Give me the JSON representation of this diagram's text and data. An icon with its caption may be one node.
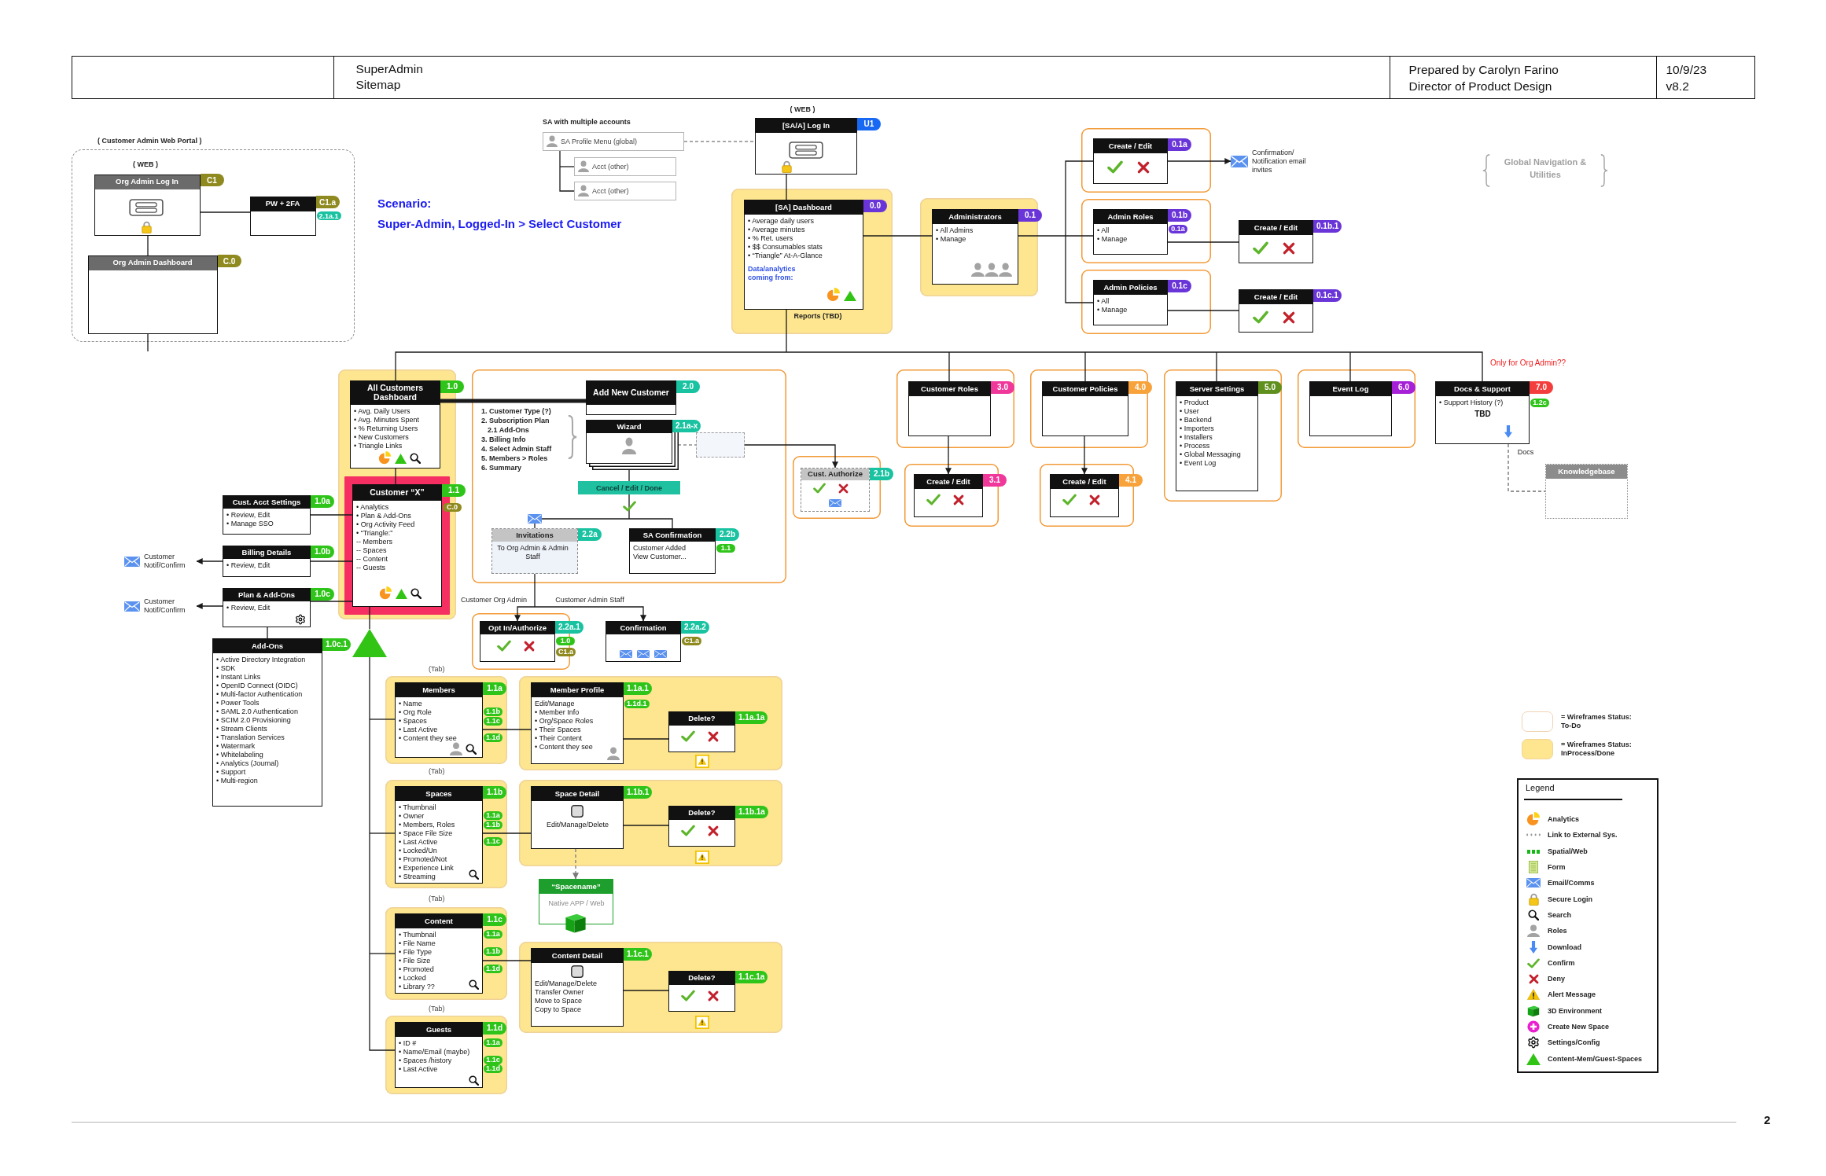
{
  "diagram": {
    "title": "SuperAdmin Sitemap",
    "nodes": [
      {
        "text": [
          "( Customer Admin Web Portal )"
        ]
      },
      {
        "text": [
          "Org Admin Log In",
          "C1"
        ],
        "beside": [
          "( WEB )"
        ],
        "in": 0
      },
      {
        "text": [
          "PW + 2FA",
          "C1.a"
        ],
        "beside": [
          "2.1a.1"
        ],
        "in": 0
      },
      {
        "text": [
          "Org Admin Dashboard",
          "C.0"
        ],
        "in": 0
      },
      {
        "text": [
          "SA Profile Menu (global)"
        ],
        "beside": [
          "SA with multiple accounts"
        ]
      },
      {
        "text": [
          "Acct (other)"
        ]
      },
      {
        "text": [
          "Acct (other)"
        ]
      },
      {
        "text": [
          "[SA/A] Log In",
          "U1"
        ],
        "beside": [
          "( WEB )"
        ]
      },
      {
        "text": [],
        "shape": "box"
      },
      {
        "text": [
          "[SA] Dashboard",
          "0.0",
          "• Average daily users",
          "• Average minutes",
          "• % Ret. users",
          "• $$ Consumables stats",
          "• “Triangle” At-A-Glance",
          "Data/analytics coming from:"
        ],
        "beside": [
          "Reports (TBD)"
        ],
        "in": 8
      },
      {
        "text": [],
        "shape": "box"
      },
      {
        "text": [
          "Administrators",
          "0.1",
          "• All Admins",
          "• Manage"
        ],
        "in": 10
      },
      {
        "text": [],
        "shape": "box"
      },
      {
        "text": [
          "Create / Edit",
          "0.1a"
        ],
        "in": 12
      },
      {
        "text": [
          "Confirmation/ Notification email invites"
        ]
      },
      {
        "text": [],
        "shape": "box"
      },
      {
        "text": [
          "Admin Roles",
          "0.1b",
          "• All",
          "• Manage"
        ],
        "beside": [
          "0.1a"
        ],
        "in": 15
      },
      {
        "text": [
          "Create / Edit",
          "0.1b.1"
        ]
      },
      {
        "text": [],
        "shape": "box"
      },
      {
        "text": [
          "Admin Policies",
          "0.1c",
          "• All",
          "• Manage"
        ],
        "in": 18
      },
      {
        "text": [
          "Create / Edit",
          "0.1c.1"
        ]
      },
      {
        "text": [],
        "shape": "box"
      },
      {
        "text": [
          "All Customers Dashboard",
          "1.0",
          "• Avg. Daily Users",
          "• Avg. Minutes Spent",
          "• % Returning Users",
          "• New Customers",
          "• Triangle Links"
        ],
        "in": 21
      },
      {
        "text": [],
        "shape": "box",
        "in": 21
      },
      {
        "text": [
          "Customer “X”",
          "1.1",
          "• Analytics",
          "• Plan & Add-Ons",
          "• Org Activity Feed",
          "• “Triangle:”",
          "-- Members",
          "-- Spaces",
          "-- Content",
          "-- Guests"
        ],
        "beside": [
          "C.0"
        ],
        "in": 23
      },
      {
        "text": [
          "Cust. Acct Settings",
          "1.0a",
          "• Review, Edit",
          "• Manage SSO"
        ]
      },
      {
        "text": [
          "Billing Details",
          "1.0b",
          "• Review, Edit"
        ]
      },
      {
        "text": [
          "Customer Notif/Confirm"
        ]
      },
      {
        "text": [
          "Plan & Add-Ons",
          "1.0c",
          "• Review, Edit"
        ]
      },
      {
        "text": [
          "Customer Notif/Confirm"
        ]
      },
      {
        "text": [
          "Add-Ons",
          "1.0c.1",
          "• Active Directory Integration",
          "• SDK",
          "• Instant Links",
          "• OpenID Connect (OIDC)",
          "• Multi-factor Authentication",
          "• Power Tools",
          "• SAML 2.0 Authentication",
          "• SCIM 2.0 Provisioning",
          "• Stream Clients",
          "• Translation Services",
          "• Watermark",
          "• Whitelabeling",
          "• Analytics (Journal)",
          "• Support",
          "• Multi-region"
        ]
      },
      {
        "text": [],
        "shape": "box"
      },
      {
        "text": [
          "Add New Customer",
          "2.0"
        ],
        "in": 31
      },
      {
        "text": [
          "Wizard",
          "2.1a-x"
        ],
        "in": 31
      },
      {
        "text": [],
        "shape": "box",
        "in": 31
      },
      {
        "text": [
          "Cancel / Edit / Done"
        ],
        "in": 31
      },
      {
        "text": [
          "Invitations",
          "2.2a",
          "To Org Admin & Admin Staff"
        ],
        "in": 31
      },
      {
        "text": [
          "SA Confirmation",
          "2.2b",
          "Customer Added",
          "View Customer..."
        ],
        "beside": [
          "1.1"
        ],
        "in": 31
      },
      {
        "text": [],
        "shape": "box"
      },
      {
        "text": [
          "Cust. Authorize",
          "2.1b"
        ],
        "in": 38
      },
      {
        "text": [],
        "shape": "box"
      },
      {
        "text": [
          "Opt In/Authorize",
          "2.2a.1"
        ],
        "beside": [
          "1.0",
          "C1.a"
        ],
        "in": 40
      },
      {
        "text": [
          "Confirmation",
          "2.2a.2"
        ],
        "beside": [
          "C1.a"
        ]
      },
      {
        "text": [],
        "shape": "box"
      },
      {
        "text": [
          "Customer Roles",
          "3.0"
        ],
        "in": 43
      },
      {
        "text": [],
        "shape": "box"
      },
      {
        "text": [
          "Create / Edit",
          "3.1"
        ],
        "in": 45
      },
      {
        "text": [],
        "shape": "box"
      },
      {
        "text": [
          "Customer Policies",
          "4.0"
        ],
        "in": 47
      },
      {
        "text": [],
        "shape": "box"
      },
      {
        "text": [
          "Create / Edit",
          "4.1"
        ],
        "in": 49
      },
      {
        "text": [],
        "shape": "box"
      },
      {
        "text": [
          "Server Settings",
          "5.0",
          "• Product",
          "• User",
          "• Backend",
          "• Importers",
          "• Installers",
          "• Process",
          "• Global Messaging",
          "• Event Log"
        ],
        "in": 51
      },
      {
        "text": [],
        "shape": "box"
      },
      {
        "text": [
          "Event Log",
          "6.0"
        ],
        "in": 53
      },
      {
        "text": [
          "Docs & Support",
          "7.0",
          "• Support History (?)",
          "TBD"
        ],
        "beside": [
          "1.2c"
        ]
      },
      {
        "text": [
          "Knowledgebase"
        ]
      },
      {
        "text": [],
        "shape": "triangle"
      },
      {
        "text": [],
        "shape": "box"
      },
      {
        "text": [
          "Members",
          "1.1a",
          "• Name",
          "• Org Role",
          "• Spaces",
          "• Last Active",
          "• Content they see"
        ],
        "beside": [
          "1.1b",
          "1.1c",
          "1.1d"
        ],
        "in": 58
      },
      {
        "text": [],
        "shape": "box"
      },
      {
        "text": [
          "Member Profile",
          "1.1a.1",
          "Edit/Manage",
          "• Member Info",
          "• Org/Space Roles",
          "• Their Spaces",
          "• Their Content",
          "• Content they see"
        ],
        "beside": [
          "1.1d.1"
        ],
        "in": 60
      },
      {
        "text": [
          "Delete?",
          "1.1a.1a"
        ],
        "in": 60
      },
      {
        "text": [],
        "shape": "box"
      },
      {
        "text": [
          "Spaces",
          "1.1b",
          "• Thumbnail",
          "• Owner",
          "• Members, Roles",
          "• Space File Size",
          "• Last Active",
          "• Locked/Un",
          "• Promoted/Not",
          "• Experience Link",
          "• Streaming"
        ],
        "beside": [
          "1.1a",
          "1.1b",
          "1.1c"
        ],
        "in": 63
      },
      {
        "text": [],
        "shape": "box"
      },
      {
        "text": [
          "Space Detail",
          "1.1b.1",
          "Edit/Manage/Delete"
        ],
        "in": 65
      },
      {
        "text": [
          "Delete?",
          "1.1b.1a"
        ],
        "in": 65
      },
      {
        "text": [
          "“Spacename”",
          "Native APP / Web"
        ]
      },
      {
        "text": [],
        "shape": "box"
      },
      {
        "text": [
          "Content",
          "1.1c",
          "• Thumbnail",
          "• File Name",
          "• File Type",
          "• File Size",
          "• Promoted",
          "• Locked",
          "• Library ??"
        ],
        "beside": [
          "1.1a",
          "1.1b",
          "1.1d"
        ],
        "in": 69
      },
      {
        "text": [],
        "shape": "box"
      },
      {
        "text": [
          "Content Detail",
          "1.1c.1",
          "Edit/Manage/Delete",
          "Transfer Owner",
          "Move to Space",
          "Copy to Space"
        ],
        "in": 71
      },
      {
        "text": [
          "Delete?",
          "1.1c.1a"
        ],
        "in": 71
      },
      {
        "text": [],
        "shape": "box"
      },
      {
        "text": [
          "Guests",
          "1.1d",
          "• ID #",
          "• Name/Email (maybe)",
          "• Spaces /history",
          "• Last Active"
        ],
        "beside": [
          "1.1a",
          "1.1c",
          "1.1d"
        ],
        "in": 74
      }
    ],
    "edges": [
      {
        "from": 1,
        "to": 2,
        "arrow": "none"
      },
      {
        "from": 1,
        "to": 3,
        "arrow": "none"
      },
      {
        "from": 3,
        "to": null,
        "arrow": "none"
      },
      {
        "from": 4,
        "to": 7,
        "arrow": "none",
        "style": "dashed",
        "color": "#8c8c8c"
      },
      {
        "from": 4,
        "to": 5,
        "arrow": "none"
      },
      {
        "from": 4,
        "to": 6,
        "arrow": "none"
      },
      {
        "from": 7,
        "to": 9,
        "arrow": "none"
      },
      {
        "from": 9,
        "to": 11,
        "arrow": "none"
      },
      {
        "from": 11,
        "to": 13,
        "arrow": "none"
      },
      {
        "from": 11,
        "to": 16,
        "arrow": "none"
      },
      {
        "from": 11,
        "to": 19,
        "arrow": "none"
      },
      {
        "from": 13,
        "to": 14,
        "arrow": "to"
      },
      {
        "from": 16,
        "to": 17,
        "arrow": "none"
      },
      {
        "from": 19,
        "to": 20,
        "arrow": "none"
      },
      {
        "from": 9,
        "to": 22,
        "arrow": "none"
      },
      {
        "from": 9,
        "to": 44,
        "arrow": "none"
      },
      {
        "from": 9,
        "to": 48,
        "arrow": "none"
      },
      {
        "from": 9,
        "to": 52,
        "arrow": "none"
      },
      {
        "from": 9,
        "to": 54,
        "arrow": "none"
      },
      {
        "from": 9,
        "to": 55,
        "arrow": "none"
      },
      {
        "from": 22,
        "to": 32,
        "arrow": "none",
        "style": "thick"
      },
      {
        "from": 22,
        "to": 24,
        "arrow": "none"
      },
      {
        "from": 24,
        "to": 25,
        "arrow": "none"
      },
      {
        "from": 24,
        "to": 26,
        "arrow": "none"
      },
      {
        "from": 24,
        "to": 28,
        "arrow": "none"
      },
      {
        "from": 26,
        "to": 27,
        "arrow": "to"
      },
      {
        "from": 28,
        "to": 29,
        "arrow": "to"
      },
      {
        "from": 28,
        "to": 30,
        "arrow": "none"
      },
      {
        "from": 33,
        "to": 34,
        "arrow": "none",
        "style": "dashed",
        "color": "#8c8c8c"
      },
      {
        "from": 34,
        "to": 39,
        "arrow": "to"
      },
      {
        "from": 33,
        "to": 35,
        "arrow": "none"
      },
      {
        "from": 35,
        "to": 36,
        "arrow": "none"
      },
      {
        "from": 35,
        "to": 37,
        "arrow": "none"
      },
      {
        "from": 36,
        "to": 41,
        "arrow": "to",
        "label": "Customer Org Admin"
      },
      {
        "from": 36,
        "to": 42,
        "arrow": "to",
        "label": "Customer Admin Staff"
      },
      {
        "from": 44,
        "to": 46,
        "arrow": "to"
      },
      {
        "from": 48,
        "to": 50,
        "arrow": "to"
      },
      {
        "from": 55,
        "to": 56,
        "arrow": "none",
        "style": "dashed",
        "color": "#6e6e6e",
        "label": "Docs"
      },
      {
        "from": 24,
        "to": 57,
        "arrow": "none"
      },
      {
        "from": 57,
        "to": 59,
        "arrow": "none"
      },
      {
        "from": 57,
        "to": 64,
        "arrow": "none"
      },
      {
        "from": 57,
        "to": 70,
        "arrow": "none"
      },
      {
        "from": 57,
        "to": 75,
        "arrow": "none"
      },
      {
        "from": 59,
        "to": 61,
        "arrow": "none"
      },
      {
        "from": 61,
        "to": 62,
        "arrow": "none"
      },
      {
        "from": 64,
        "to": 66,
        "arrow": "none"
      },
      {
        "from": 66,
        "to": 67,
        "arrow": "none"
      },
      {
        "from": 66,
        "to": 68,
        "arrow": "to",
        "style": "dashed",
        "color": "#7a7a7a"
      },
      {
        "from": 70,
        "to": 72,
        "arrow": "none"
      },
      {
        "from": 72,
        "to": 73,
        "arrow": "none"
      }
    ],
    "labels": [
      "Prepared by Carolyn Farino",
      "Director of Product Design",
      "10/9/23",
      "v8.2",
      "Scenario:",
      "Super-Admin, Logged-In > Select Customer",
      "Global Navigation & Utilities",
      "Only for Org Admin??",
      "1. Customer Type (?)",
      "2. Subscription Plan",
      "2.1 Add-Ons",
      "3. Billing Info",
      "4. Select Admin Staff",
      "5. Members > Roles",
      "6. Summary",
      "(Tab)",
      "(Tab)",
      "(Tab)",
      "(Tab)",
      "Legend",
      "2"
    ],
    "legend": [
      {
        "text": "= Wireframes Status: To-Do",
        "color": "#ffffff"
      },
      {
        "text": "= Wireframes Status: InProcess/Done",
        "color": "#fde68f"
      },
      {
        "text": "Analytics"
      },
      {
        "text": "Link to External Sys."
      },
      {
        "text": "Spatial/Web"
      },
      {
        "text": "Form"
      },
      {
        "text": "Email/Comms"
      },
      {
        "text": "Secure Login"
      },
      {
        "text": "Search"
      },
      {
        "text": "Roles"
      },
      {
        "text": "Download"
      },
      {
        "text": "Confirm"
      },
      {
        "text": "Deny"
      },
      {
        "text": "Alert Message"
      },
      {
        "text": "3D Environment"
      },
      {
        "text": "Create New Space"
      },
      {
        "text": "Settings/Config"
      },
      {
        "text": "Content-Mem/Guest-Spaces"
      }
    ]
  }
}
